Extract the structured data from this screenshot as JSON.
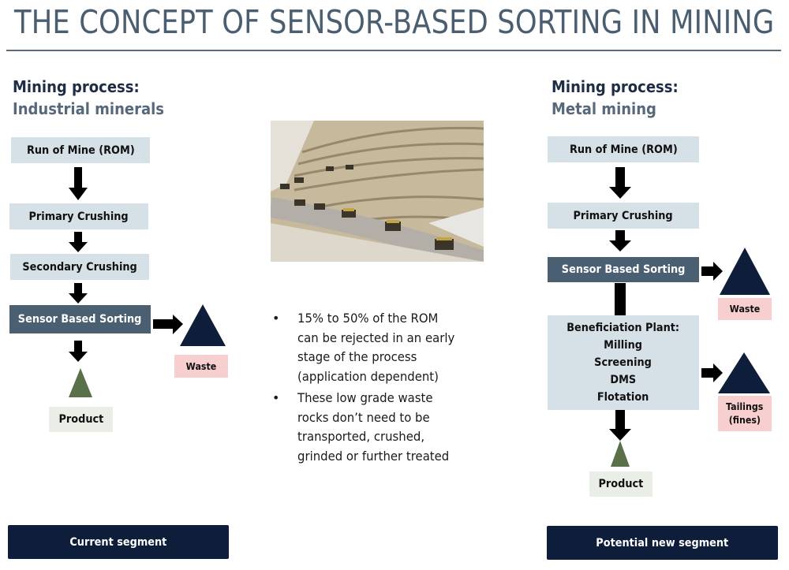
{
  "title": "THE CONCEPT OF SENSOR-BASED SORTING IN MINING",
  "left": {
    "heading_line1": "Mining process:",
    "heading_line2": "Industrial minerals",
    "steps": [
      "Run of Mine (ROM)",
      "Primary Crushing",
      "Secondary Crushing",
      "Sensor Based Sorting"
    ],
    "waste_label": "Waste",
    "product_label": "Product",
    "segment_label": "Current segment"
  },
  "center": {
    "image_alt": "open-pit mine with haul trucks",
    "bullets": [
      "15% to 50% of the ROM\ncan be rejected in an early\nstage of the process\n(application dependent)",
      "These low grade waste\nrocks don’t need to be\ntransported, crushed,\ngrinded or further treated"
    ]
  },
  "right": {
    "heading_line1": "Mining process:",
    "heading_line2": "Metal mining",
    "steps": [
      "Run of Mine (ROM)",
      "Primary Crushing",
      "Sensor Based Sorting"
    ],
    "beneficiation_lines": [
      "Beneficiation Plant:",
      "Milling",
      "Screening",
      "DMS",
      "Flotation"
    ],
    "waste_label": "Waste",
    "tailings_line1": "Tailings",
    "tailings_line2": "(fines)",
    "product_label": "Product",
    "segment_label": "Potential new segment"
  },
  "colors": {
    "navy": "#0d1d3a",
    "slate": "#4a5f72",
    "light_box": "#d6e0e7",
    "waste_pink": "#f8cfcf",
    "product_green": "#5a7048",
    "product_box": "#e9efe6"
  }
}
